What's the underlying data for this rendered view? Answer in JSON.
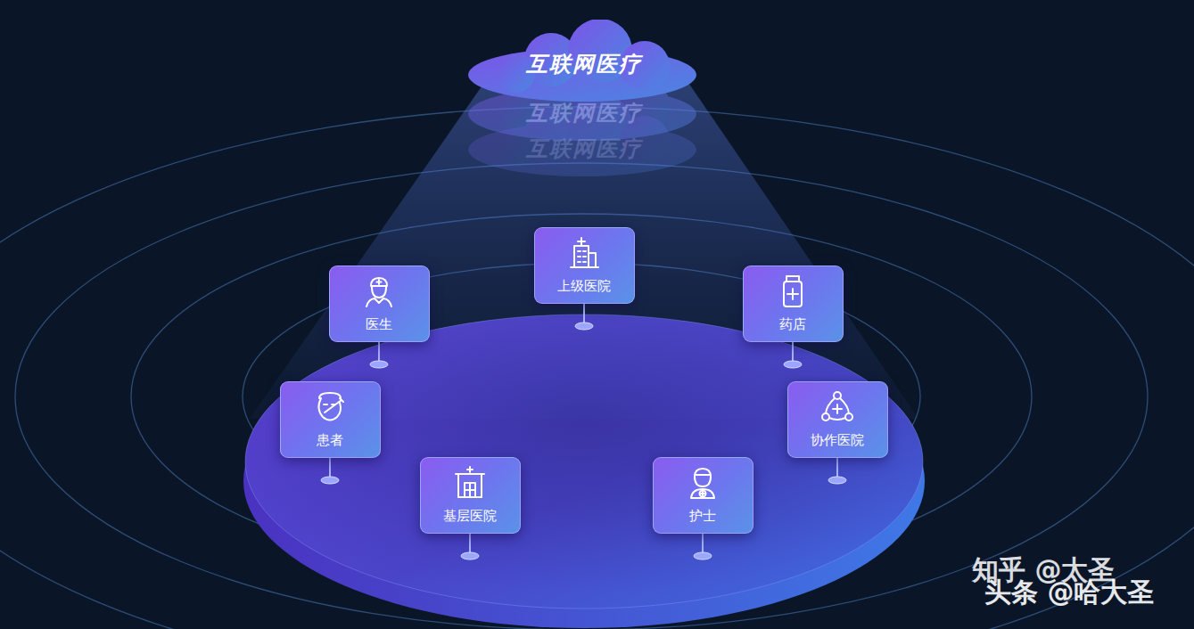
{
  "diagram": {
    "nodes": [
      {
        "text": [
          "互联网医疗"
        ]
      },
      {
        "text": [
          "上级医院"
        ]
      },
      {
        "text": [
          "医生"
        ]
      },
      {
        "text": [
          "药店"
        ]
      },
      {
        "text": [
          "患者"
        ]
      },
      {
        "text": [
          "协作医院"
        ]
      },
      {
        "text": [
          "基层医院"
        ]
      },
      {
        "text": [
          "护士"
        ]
      }
    ],
    "labels": [
      "互联网医疗",
      "互联网医疗",
      "知乎 @太圣",
      "头条 @哈大圣"
    ]
  }
}
